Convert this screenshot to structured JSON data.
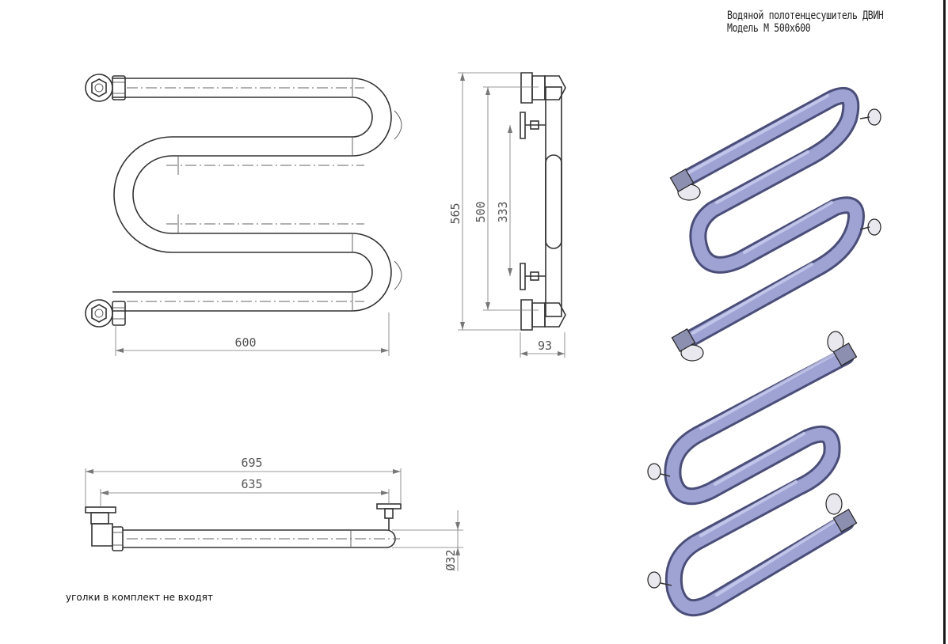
{
  "header": {
    "line1": "Водяной полотенцесушитель ДВИН",
    "line2": "Модель М 500х600"
  },
  "note": "уголки в комплект не входят",
  "dimensions": {
    "front_width": "600",
    "side_565": "565",
    "side_500": "500",
    "side_333": "333",
    "side_depth": "93",
    "top_695": "695",
    "top_635": "635",
    "top_diameter": "Ø32"
  },
  "colors": {
    "pipe_fill": "#9ea3d4",
    "pipe_outline": "#4a4e78"
  }
}
